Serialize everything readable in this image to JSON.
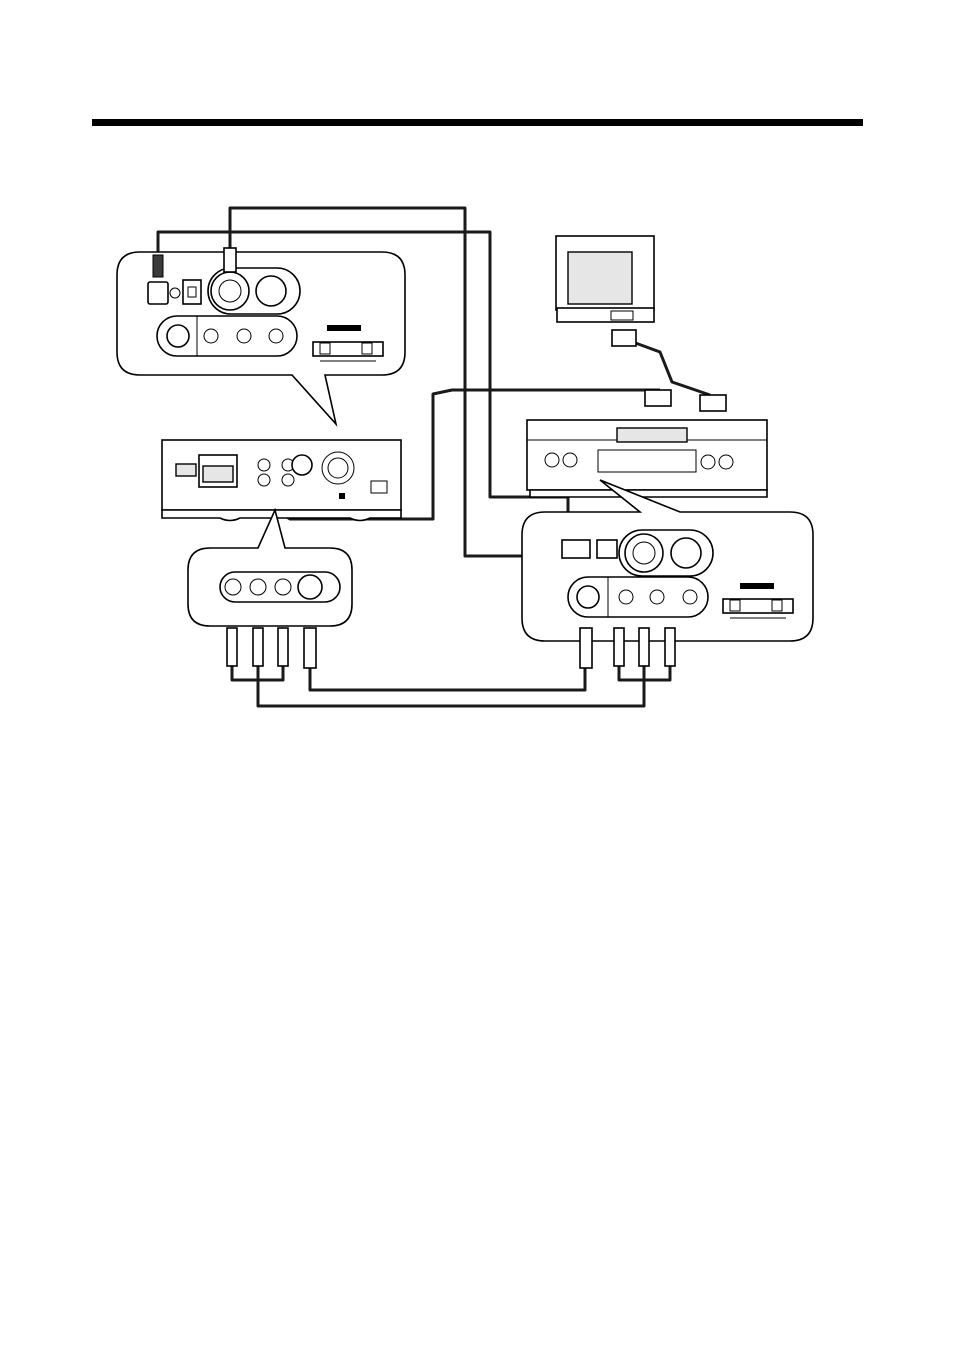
{
  "diagram": {
    "kind": "connection-diagram",
    "devices": [
      {
        "name": "vcr",
        "view": "rear"
      },
      {
        "name": "tv",
        "view": "rear"
      },
      {
        "name": "camcorder-recorder",
        "view": "front"
      }
    ],
    "connections": [
      {
        "from": "vcr-rear-panel",
        "to": "camcorder-front-panel",
        "cable": "dv-and-s-video"
      },
      {
        "from": "vcr-scart",
        "to": "tv-scart",
        "cable": "scart"
      },
      {
        "from": "vcr-av-out",
        "to": "camcorder-av-in",
        "cable": "rca-and-s-video"
      }
    ],
    "colors": {
      "line": "#000000",
      "fill": "#ffffff",
      "shade": "#3a3a3a"
    }
  }
}
